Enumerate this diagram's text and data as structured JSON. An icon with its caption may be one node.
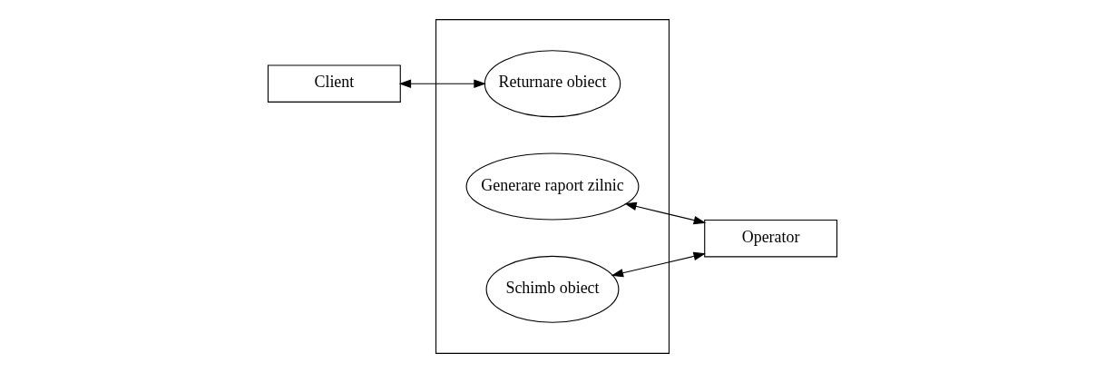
{
  "diagram": {
    "nodes": [
      {
        "text": [],
        "shape": "box"
      },
      {
        "text": [
          "Client"
        ]
      },
      {
        "text": [
          "Returnare obiect"
        ],
        "in": 0
      },
      {
        "text": [
          "Generare raport zilnic"
        ],
        "in": 0
      },
      {
        "text": [
          "Schimb obiect"
        ],
        "in": 0
      },
      {
        "text": [
          "Operator"
        ]
      }
    ],
    "edges": [
      {
        "from": 1,
        "to": 2,
        "arrow": "both"
      },
      {
        "from": 3,
        "to": 5,
        "arrow": "both"
      },
      {
        "from": 4,
        "to": 5,
        "arrow": "both"
      }
    ]
  }
}
